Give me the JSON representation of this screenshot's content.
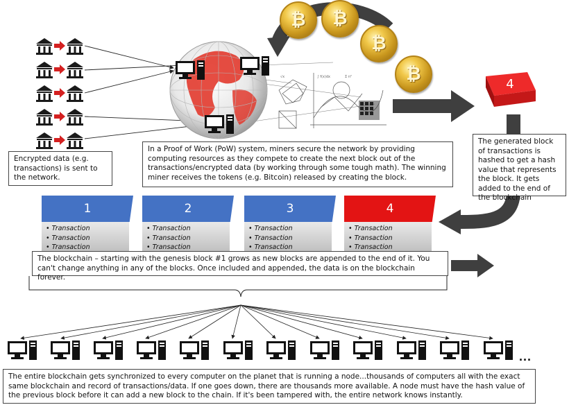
{
  "notes": {
    "encrypted": "Encrypted data (e.g. transactions) is sent to the network.",
    "pow": "In a Proof of Work (PoW) system, miners secure the network by providing computing resources as they compete to create the next block out of the transactions/encrypted data (by working through some tough math).  The winning miner receives the tokens (e.g. Bitcoin) released by creating the block.",
    "hash": "The generated block of transactions is hashed to get a hash value that represents the block.  It gets added to the end of the blockchain",
    "chain": "The blockchain – starting with the genesis block #1 grows as new blocks are appended to the end of it.  You can't change anything in any of the blocks.  Once included and appended, the data is on the blockchain forever.",
    "network": "The entire blockchain gets synchronized to every computer on the planet that is running a node...thousands of computers all with the exact same blockchain and record of transactions/data.  If one goes down, there are thousands more available.  A node must have the hash value of the previous block before it can add a new block to the chain.  If it's been tampered with, the entire network knows instantly."
  },
  "blocks": [
    {
      "number": "1",
      "color": "#4472c4",
      "items": [
        "Transaction",
        "Transaction",
        "Transaction"
      ]
    },
    {
      "number": "2",
      "color": "#4472c4",
      "items": [
        "Transaction",
        "Transaction",
        "Transaction"
      ]
    },
    {
      "number": "3",
      "color": "#4472c4",
      "items": [
        "Transaction",
        "Transaction",
        "Transaction"
      ]
    },
    {
      "number": "4",
      "color": "#e31414",
      "items": [
        "Transaction",
        "Transaction",
        "Transaction"
      ]
    }
  ],
  "new_block_label": "4",
  "coin_symbol": "₿",
  "ellipsis": "...",
  "colors": {
    "block_blue": "#4472c4",
    "block_red": "#e31414",
    "arrow_gray": "#3f3f3f",
    "coin_gold": "#e0b030"
  },
  "icons": {
    "bank": "bank-icon",
    "computer": "computer-icon",
    "coin": "bitcoin-coin-icon",
    "globe": "globe-icon"
  }
}
